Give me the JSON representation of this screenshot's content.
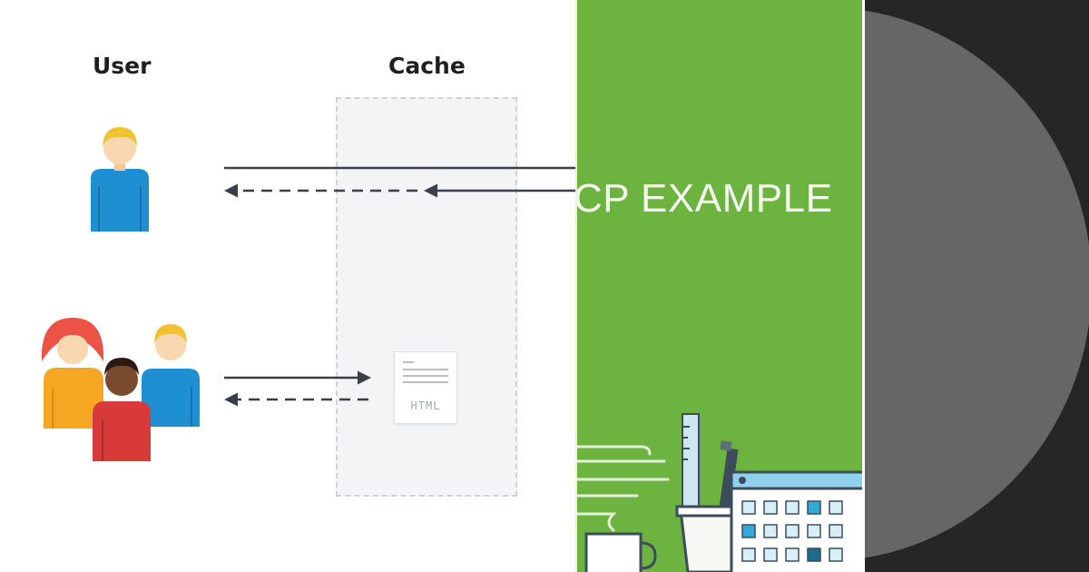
{
  "diagram": {
    "user_label": "User",
    "cache_label": "Cache",
    "html_doc_label": "HTML"
  },
  "banner": {
    "title": "CP EXAMPLE"
  },
  "colors": {
    "green_bg": "#6cb33f",
    "dark_bg": "#262626",
    "circle": "#666666",
    "arrow": "#3a3f4a"
  },
  "icons": [
    "user-icon",
    "group-of-users-icon",
    "html-document-icon",
    "clipboard-calendar-illustration"
  ]
}
